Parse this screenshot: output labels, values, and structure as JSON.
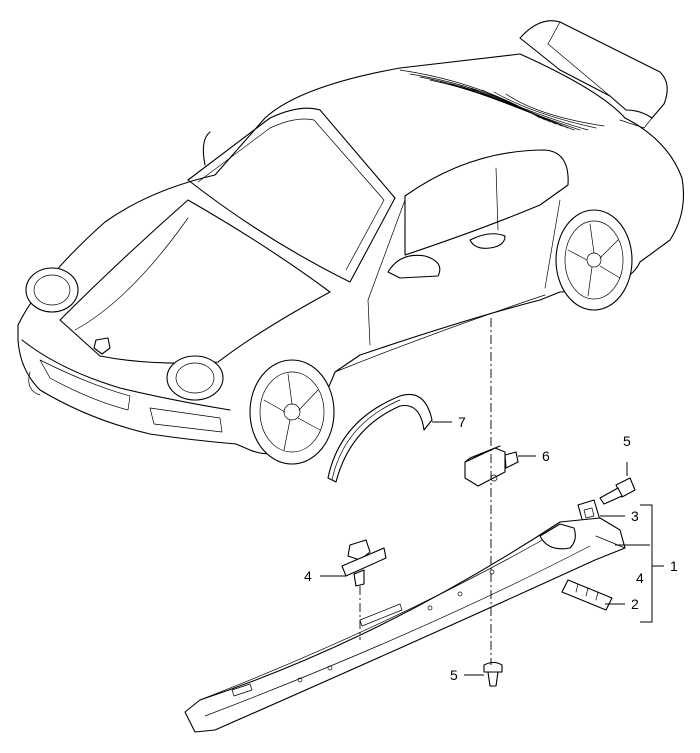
{
  "callouts": {
    "c1": "1",
    "c2": "2",
    "c3": "3",
    "c4_left": "4",
    "c4_right": "4",
    "c5_top": "5",
    "c5_bottom": "5",
    "c6": "6",
    "c7": "7"
  }
}
